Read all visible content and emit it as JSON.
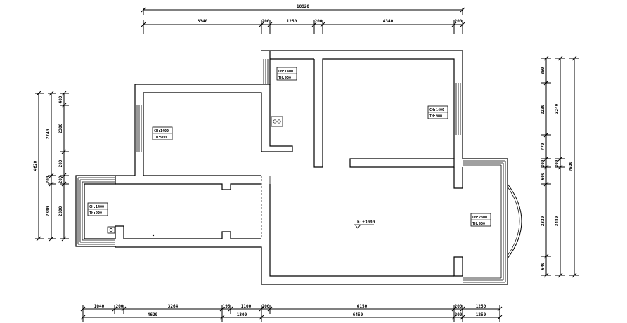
{
  "dimensions": {
    "top_total": "10920",
    "top_segments": [
      "3340",
      "200",
      "1250",
      "200",
      "4340",
      "200"
    ],
    "bottom_row1": [
      "1040",
      "200",
      "3264",
      "196",
      "1100",
      "200",
      "6150",
      "200",
      "1250"
    ],
    "bottom_row2": [
      "4620",
      "1300",
      "6450",
      "200",
      "1250"
    ],
    "left_outer": "4620",
    "left_mid": [
      "2740",
      "200",
      "2300"
    ],
    "left_inner": [
      "400",
      "2300",
      "200",
      "200",
      "2300"
    ],
    "right_inner": [
      "850",
      "2230",
      "770",
      "200",
      "600",
      "2320",
      "640"
    ],
    "right_mid": [
      "3240",
      "200",
      "3480"
    ],
    "right_outer": "7520"
  },
  "tags": [
    {
      "line1": "CH:1400",
      "line2": "TH:900"
    },
    {
      "line1": "CH:1400",
      "line2": "TH:900"
    },
    {
      "line1": "CH:1400",
      "line2": "TH:900"
    },
    {
      "line1": "CH:1400",
      "line2": "TH:900"
    },
    {
      "line1": "CH:2300",
      "line2": "TH:900"
    }
  ],
  "level_mark": "h:±3000"
}
